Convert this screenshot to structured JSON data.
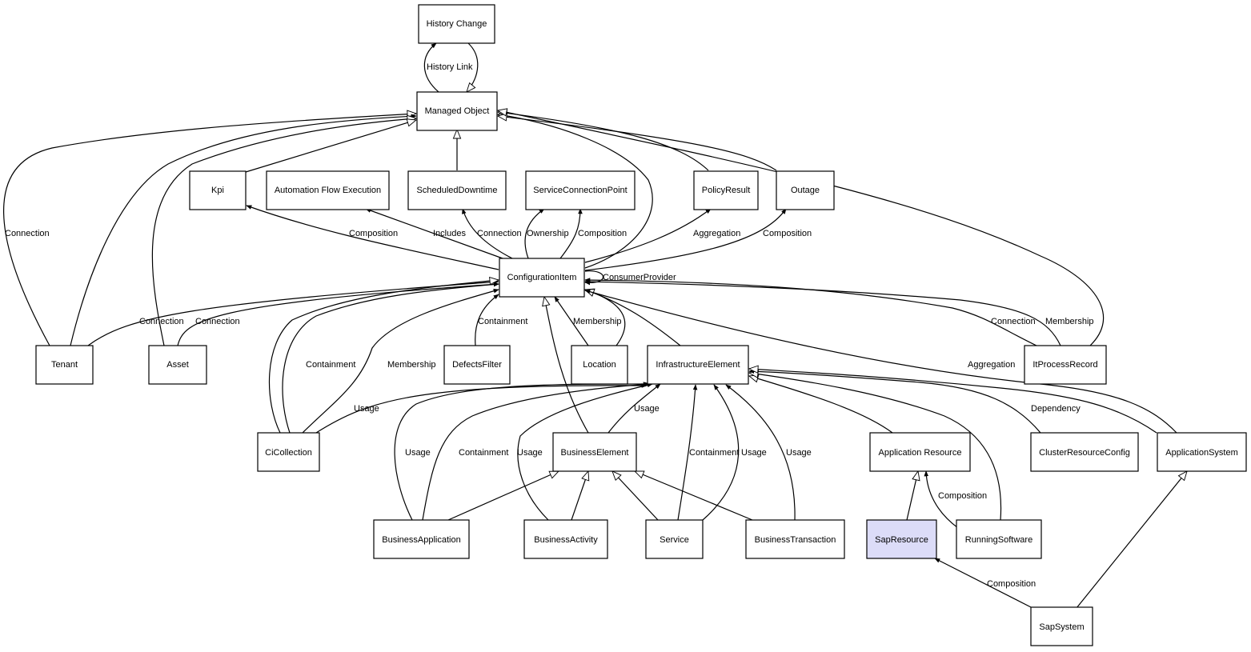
{
  "diagram": {
    "colors": {
      "default_fill": "#ffffff",
      "highlight_fill": "#dcdcf8",
      "stroke": "#000000"
    },
    "nodes": {
      "history_change": {
        "label": "History Change"
      },
      "managed_object": {
        "label": "Managed Object"
      },
      "kpi": {
        "label": "Kpi"
      },
      "automation_flow": {
        "label": "Automation Flow Execution"
      },
      "scheduled_downtime": {
        "label": "ScheduledDowntime"
      },
      "service_connection_point": {
        "label": "ServiceConnectionPoint"
      },
      "policy_result": {
        "label": "PolicyResult"
      },
      "outage": {
        "label": "Outage"
      },
      "configuration_item": {
        "label": "ConfigurationItem"
      },
      "tenant": {
        "label": "Tenant"
      },
      "asset": {
        "label": "Asset"
      },
      "defects_filter": {
        "label": "DefectsFilter"
      },
      "location": {
        "label": "Location"
      },
      "infrastructure_element": {
        "label": "InfrastructureElement"
      },
      "it_process_record": {
        "label": "ItProcessRecord"
      },
      "ci_collection": {
        "label": "CiCollection"
      },
      "business_element": {
        "label": "BusinessElement"
      },
      "application_resource": {
        "label": "Application Resource"
      },
      "cluster_resource_config": {
        "label": "ClusterResourceConfig"
      },
      "application_system": {
        "label": "ApplicationSystem"
      },
      "business_application": {
        "label": "BusinessApplication"
      },
      "business_activity": {
        "label": "BusinessActivity"
      },
      "service": {
        "label": "Service"
      },
      "business_transaction": {
        "label": "BusinessTransaction"
      },
      "sap_resource": {
        "label": "SapResource",
        "highlighted": true
      },
      "running_software": {
        "label": "RunningSoftware"
      },
      "sap_system": {
        "label": "SapSystem"
      }
    },
    "edge_labels": {
      "history_link": "History Link",
      "tenant_connection_mo": "Connection",
      "ci_composition_kpi": "Composition",
      "ci_includes_automation": "Includes",
      "ci_connection_downtime": "Connection",
      "ci_ownership_scp": "Ownership",
      "ci_composition_scp": "Composition",
      "ci_aggregation_policy": "Aggregation",
      "ci_composition_outage": "Composition",
      "ci_consumer_provider": "ConsumerProvider",
      "tenant_connection_ci": "Connection",
      "asset_connection_ci": "Connection",
      "defects_containment_ci": "Containment",
      "location_membership_ci": "Membership",
      "itp_connection_ci": "Connection",
      "itp_membership_ci": "Membership",
      "ci_aggregation_appsys": "Aggregation",
      "cicoll_containment_ci": "Containment",
      "cicoll_membership_ci": "Membership",
      "cicoll_usage_infra": "Usage",
      "be_usage_infra": "Usage",
      "bapp_usage_infra": "Usage",
      "bapp_containment_infra": "Containment",
      "bact_usage_infra": "Usage",
      "service_containment_infra": "Containment",
      "service_usage_infra": "Usage",
      "btx_usage_infra": "Usage",
      "cluster_dependency_infra": "Dependency",
      "running_composition_appres": "Composition",
      "sapsys_composition_sapres": "Composition"
    }
  }
}
